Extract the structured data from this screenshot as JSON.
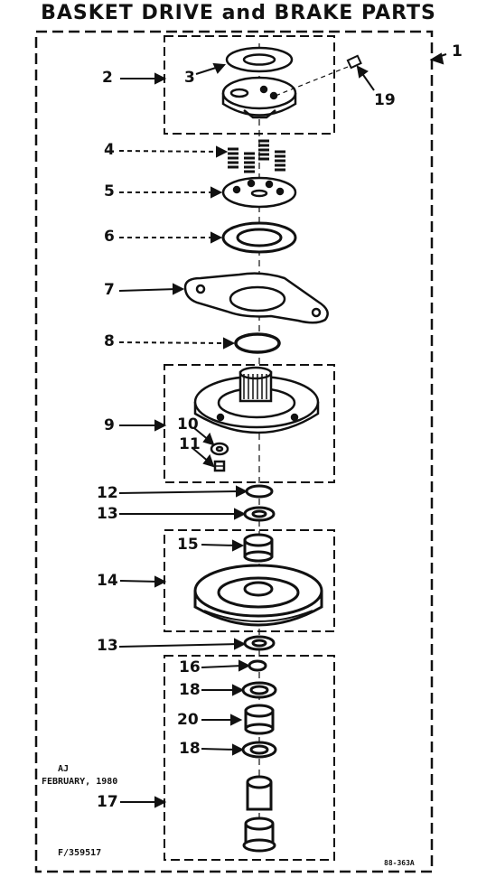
{
  "title": "BASKET DRIVE and BRAKE PARTS",
  "callouts": {
    "c1": "1",
    "c2": "2",
    "c3": "3",
    "c4": "4",
    "c5": "5",
    "c6": "6",
    "c7": "7",
    "c8": "8",
    "c9": "9",
    "c10": "10",
    "c11": "11",
    "c12": "12",
    "c13a": "13",
    "c13b": "13",
    "c14": "14",
    "c15": "15",
    "c16": "16",
    "c17": "17",
    "c18a": "18",
    "c18b": "18",
    "c19": "19",
    "c20": "20"
  },
  "notes": {
    "aj": "AJ",
    "date": "FEBRUARY, 1980",
    "figure": "F/359517",
    "code": "88-363A"
  }
}
